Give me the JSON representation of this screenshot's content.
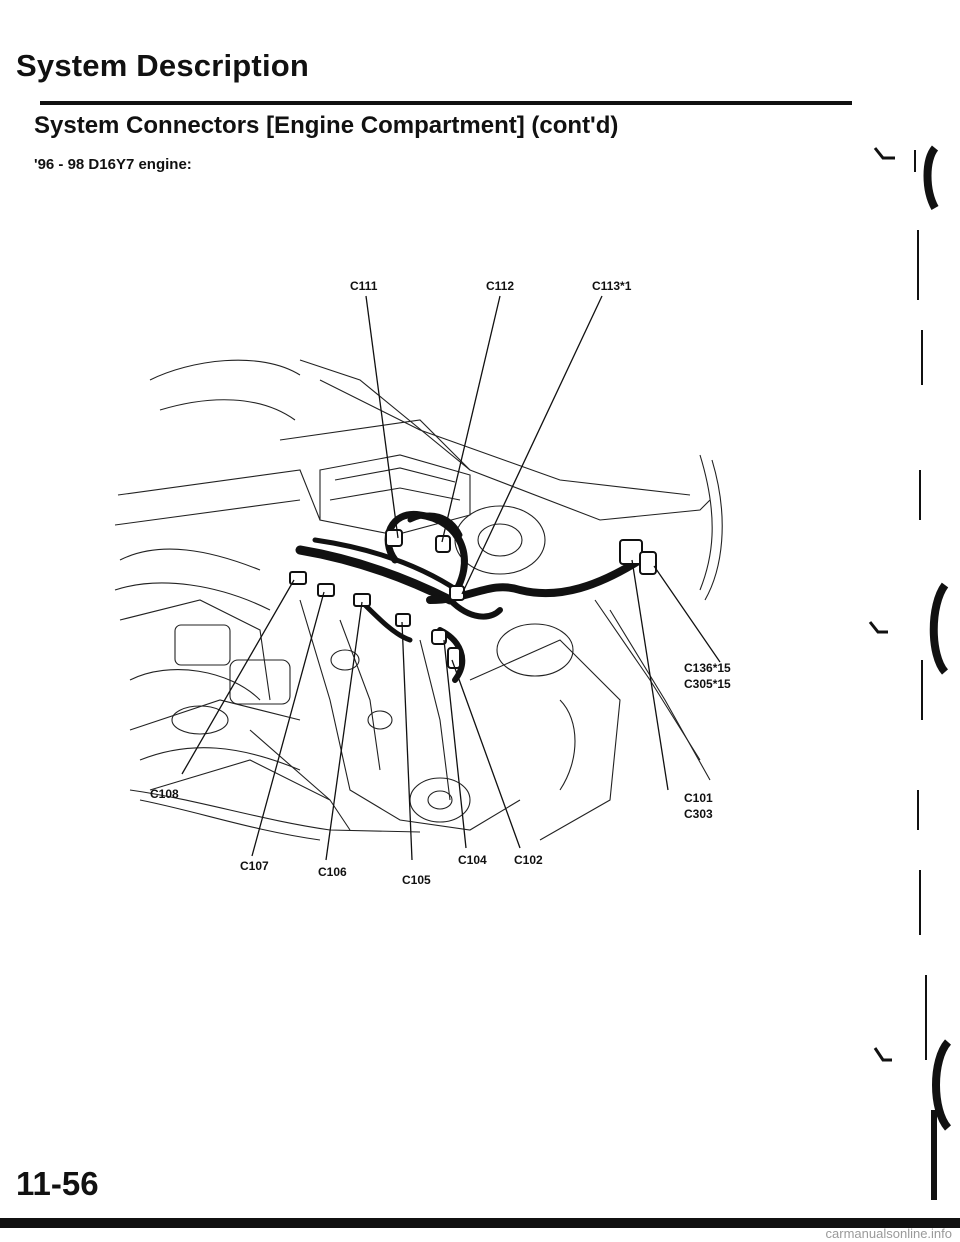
{
  "header": {
    "section_title": "System Description",
    "subtitle": "System Connectors [Engine Compartment] (cont'd)",
    "engine_note": "'96 - 98 D16Y7 engine:"
  },
  "diagram": {
    "connectors": [
      {
        "id": "c111",
        "label": "C111"
      },
      {
        "id": "c112",
        "label": "C112"
      },
      {
        "id": "c113",
        "label": "C113*1"
      },
      {
        "id": "c136",
        "label": "C136*15"
      },
      {
        "id": "c305",
        "label": "C305*15"
      },
      {
        "id": "c101",
        "label": "C101"
      },
      {
        "id": "c303",
        "label": "C303"
      },
      {
        "id": "c108",
        "label": "C108"
      },
      {
        "id": "c107",
        "label": "C107"
      },
      {
        "id": "c106",
        "label": "C106"
      },
      {
        "id": "c105",
        "label": "C105"
      },
      {
        "id": "c104",
        "label": "C104"
      },
      {
        "id": "c102",
        "label": "C102"
      }
    ]
  },
  "footer": {
    "page_number": "11-56",
    "watermark": "carmanualsonline.info"
  }
}
